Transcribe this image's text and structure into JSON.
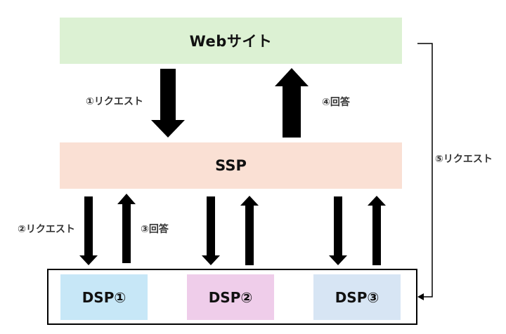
{
  "nodes": {
    "website": "Webサイト",
    "ssp": "SSP",
    "dsp1": "DSP①",
    "dsp2": "DSP②",
    "dsp3": "DSP③"
  },
  "labels": {
    "request1": "①リクエスト",
    "request2": "②リクエスト",
    "answer3": "③回答",
    "answer4": "④回答",
    "request5": "⑤リクエスト"
  },
  "colors": {
    "website_fill": "#dcf1d3",
    "ssp_fill": "#fae0d4",
    "dsp1_fill": "#c7e7f7",
    "dsp2_fill": "#efcdea",
    "dsp3_fill": "#d7e5f4",
    "arrow": "#000000"
  }
}
